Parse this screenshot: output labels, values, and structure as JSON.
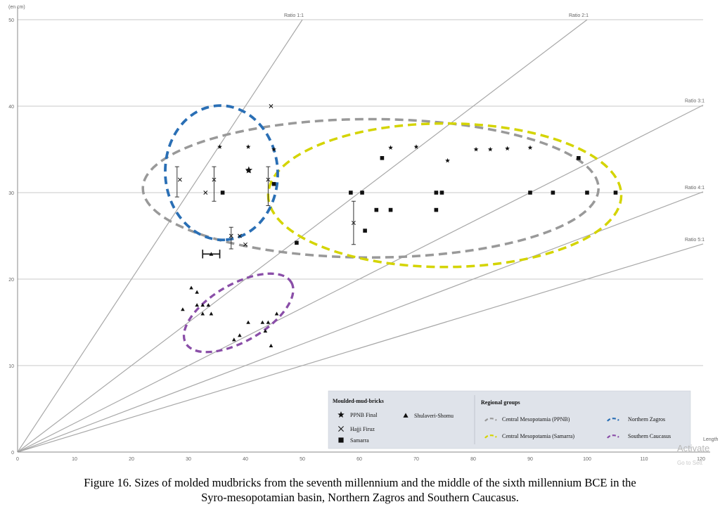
{
  "chart_data": {
    "type": "scatter",
    "title": "",
    "xlabel": "Length",
    "ylabel": "(en cm)",
    "xlim": [
      0,
      120
    ],
    "ylim": [
      0,
      50
    ],
    "x_ticks": [
      "0",
      "10",
      "20",
      "30",
      "40",
      "50",
      "60",
      "70",
      "80",
      "90",
      "100",
      "110",
      "120"
    ],
    "y_ticks": [
      "0",
      "10",
      "20",
      "30",
      "40",
      "50"
    ],
    "grid": "horizontal",
    "ratio_lines": [
      {
        "label": "Ratio 1:1",
        "ratio": 1
      },
      {
        "label": "Ratio 2:1",
        "ratio": 2
      },
      {
        "label": "Ratio 3:1",
        "ratio": 3
      },
      {
        "label": "Ratio 4:1",
        "ratio": 4
      },
      {
        "label": "Ratio 5:1",
        "ratio": 5
      }
    ],
    "series": [
      {
        "name": "PPNB Final",
        "marker": "star",
        "color": "#111111",
        "points": [
          [
            35.5,
            35.3
          ],
          [
            40.5,
            35.3
          ],
          [
            45,
            35
          ],
          [
            40.5,
            32.5
          ],
          [
            65.5,
            35.2
          ],
          [
            70,
            35.3
          ],
          [
            75.5,
            33.7
          ],
          [
            80.5,
            35
          ],
          [
            83,
            35
          ],
          [
            86,
            35.1
          ],
          [
            90,
            35.2
          ]
        ]
      },
      {
        "name": "Hajji Firuz",
        "marker": "x",
        "color": "#111111",
        "points": [
          [
            44.5,
            40
          ],
          [
            28.5,
            31.5
          ],
          [
            33,
            30
          ],
          [
            34.5,
            31.5
          ],
          [
            37.5,
            25
          ],
          [
            39,
            25
          ],
          [
            40,
            24
          ],
          [
            44,
            31.5
          ],
          [
            59,
            26.5
          ]
        ]
      },
      {
        "name": "Samarra",
        "marker": "square",
        "color": "#111111",
        "points": [
          [
            36,
            30
          ],
          [
            45,
            31
          ],
          [
            49,
            24.2
          ],
          [
            58.5,
            30
          ],
          [
            60.5,
            30
          ],
          [
            61,
            25.6
          ],
          [
            63,
            28
          ],
          [
            64,
            34
          ],
          [
            65.5,
            28
          ],
          [
            73.5,
            30
          ],
          [
            74.5,
            30
          ],
          [
            73.5,
            28
          ],
          [
            90,
            30
          ],
          [
            94,
            30
          ],
          [
            100,
            30
          ],
          [
            105,
            30
          ],
          [
            98.5,
            34
          ]
        ]
      },
      {
        "name": "Shulaveri-Shomu",
        "marker": "triangle",
        "color": "#111111",
        "points": [
          [
            30.5,
            19
          ],
          [
            31.5,
            18.5
          ],
          [
            31.5,
            17
          ],
          [
            32.5,
            17
          ],
          [
            33.5,
            17
          ],
          [
            32.5,
            16
          ],
          [
            34,
            16
          ],
          [
            38,
            13
          ],
          [
            39,
            13.5
          ],
          [
            40.5,
            15
          ],
          [
            43,
            15
          ],
          [
            43.5,
            14
          ],
          [
            44,
            15
          ],
          [
            44.5,
            12.3
          ],
          [
            45.5,
            16
          ],
          [
            29,
            16.5
          ]
        ]
      },
      {
        "name": "Error ranges",
        "marker": "errorbar",
        "color": "#333333",
        "points": [
          [
            28,
            31.5,
            33,
            29.5
          ],
          [
            34.5,
            31.5,
            33,
            29
          ],
          [
            44,
            31.5,
            33,
            28.5
          ],
          [
            37.5,
            25,
            26,
            23.5
          ],
          [
            59,
            26.5,
            29,
            24
          ]
        ]
      }
    ],
    "regional_groups": [
      {
        "name": "Central Mesopotamia (PPNB)",
        "color": "#999999"
      },
      {
        "name": "Central Mesopotamia (Samarra)",
        "color": "#d4d400"
      },
      {
        "name": "Northern Zagros",
        "color": "#2a6fb5"
      },
      {
        "name": "Southern Caucasus",
        "color": "#8a4ea8"
      }
    ],
    "legend": {
      "placement": "bottom-right",
      "markers_title": "Moulded-mud-bricks",
      "groups_title": "Regional groups"
    }
  },
  "caption": {
    "line1": "Figure 16. Sizes of molded mudbricks from the seventh millennium and the middle of the sixth millennium BCE in the",
    "line2": "Syro-mesopotamian basin, Northern Zagros and Southern Caucasus."
  },
  "watermark": {
    "text": "Activate",
    "subtext": "Go to Sett"
  }
}
